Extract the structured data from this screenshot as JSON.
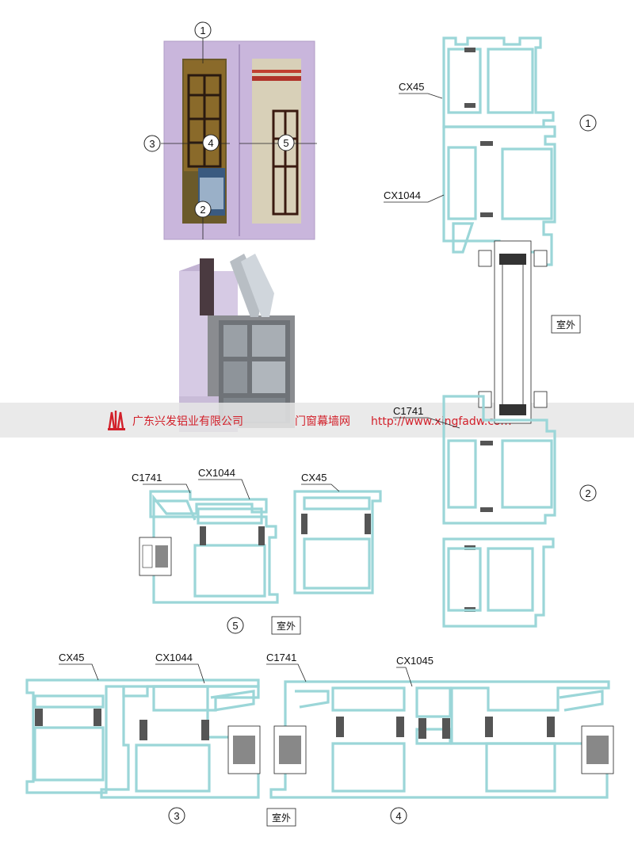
{
  "photo": {
    "callouts": [
      "1",
      "2",
      "3",
      "4",
      "5"
    ]
  },
  "banner": {
    "company": "广东兴发铝业有限公司",
    "tagline": "门窗幕墙网",
    "url": "http://www.xingfadw.com"
  },
  "diagram_right": {
    "labels": [
      "CX45",
      "CX1044",
      "C1741"
    ],
    "callouts": [
      "1",
      "2"
    ],
    "outside_label": "室外"
  },
  "diagram_5": {
    "labels": [
      "C1741",
      "CX1044",
      "CX45"
    ],
    "callout": "5",
    "outside_label": "室外"
  },
  "diagram_34": {
    "labels_left": [
      "CX45",
      "CX1044"
    ],
    "labels_right": [
      "C1741",
      "CX1045"
    ],
    "callouts": [
      "3",
      "4"
    ],
    "outside_label": "室外"
  },
  "colors": {
    "profile": "#9bd6d8",
    "frame_lavender": "#c7b4d9",
    "banner_red": "#d2202a"
  }
}
